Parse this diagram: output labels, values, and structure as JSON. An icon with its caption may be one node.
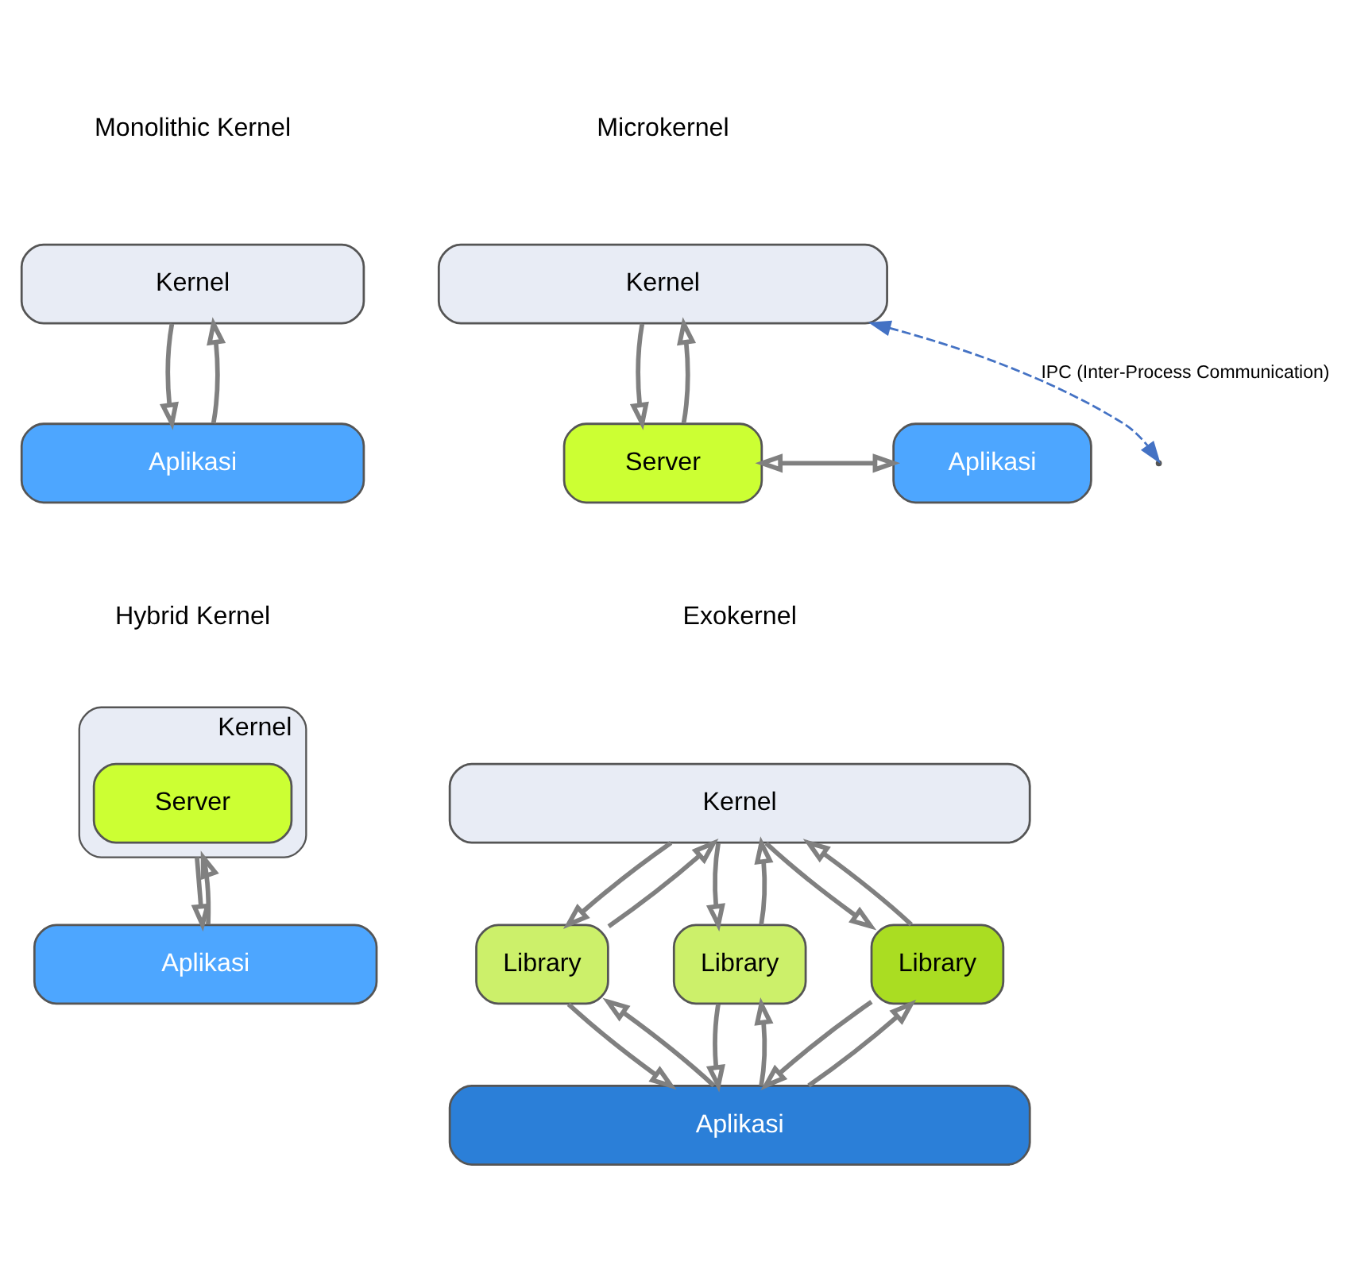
{
  "diagram": {
    "nodes": [
      {
        "text": [
          "Kernel"
        ]
      },
      {
        "text": [
          "Aplikasi"
        ]
      },
      {
        "text": [
          "Kernel"
        ]
      },
      {
        "text": [
          "Server"
        ]
      },
      {
        "text": [
          "Aplikasi"
        ]
      },
      {
        "text": [
          "Kernel"
        ]
      },
      {
        "text": [
          "Server"
        ],
        "in": 5
      },
      {
        "text": [
          "Aplikasi"
        ]
      },
      {
        "text": [
          "Kernel"
        ]
      },
      {
        "text": [
          "Library"
        ]
      },
      {
        "text": [
          "Library"
        ]
      },
      {
        "text": [
          "Library"
        ]
      },
      {
        "text": [
          "Aplikasi"
        ]
      }
    ],
    "edges": [
      {
        "from": 0,
        "to": 1,
        "arrow": "to"
      },
      {
        "from": 1,
        "to": 0,
        "arrow": "to"
      },
      {
        "from": 2,
        "to": 3,
        "arrow": "to"
      },
      {
        "from": 3,
        "to": 2,
        "arrow": "to"
      },
      {
        "from": 3,
        "to": 4,
        "arrow": "both"
      },
      {
        "from": 2,
        "to": null,
        "arrow": "both",
        "label": "IPC (Inter-Process Communication)",
        "style": "dashed",
        "color": "#4472c4"
      },
      {
        "from": 5,
        "to": 7,
        "arrow": "to"
      },
      {
        "from": 7,
        "to": 5,
        "arrow": "to"
      },
      {
        "from": 9,
        "to": 8,
        "arrow": "to"
      },
      {
        "from": 8,
        "to": 9,
        "arrow": "to"
      },
      {
        "from": 10,
        "to": 8,
        "arrow": "to"
      },
      {
        "from": 8,
        "to": 10,
        "arrow": "to"
      },
      {
        "from": 11,
        "to": 8,
        "arrow": "to"
      },
      {
        "from": 8,
        "to": 11,
        "arrow": "to"
      },
      {
        "from": 12,
        "to": 9,
        "arrow": "to"
      },
      {
        "from": 9,
        "to": 12,
        "arrow": "to"
      },
      {
        "from": 12,
        "to": 10,
        "arrow": "to"
      },
      {
        "from": 10,
        "to": 12,
        "arrow": "to"
      },
      {
        "from": 12,
        "to": 11,
        "arrow": "to"
      },
      {
        "from": 11,
        "to": 12,
        "arrow": "to"
      }
    ],
    "labels": [
      "Monolithic Kernel",
      "Microkernel",
      "Hybrid Kernel",
      "Exokernel"
    ]
  }
}
